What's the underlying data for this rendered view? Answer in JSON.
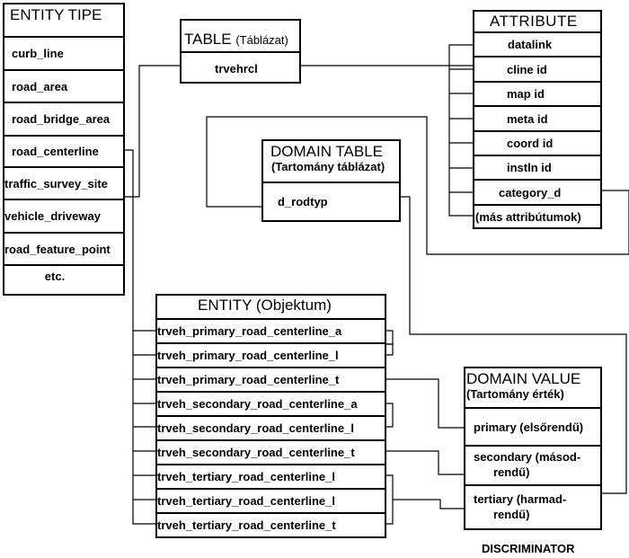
{
  "entity_type": {
    "title": "ENTITY TIPE",
    "items": [
      "curb_line",
      "road_area",
      "road_bridge_area",
      "road_centerline",
      "traffic_survey_site",
      "vehicle_driveway",
      "road_feature_point",
      "etc."
    ]
  },
  "table": {
    "title": "TABLE",
    "title_note": "(Táblázat)",
    "items": [
      "trvehrcl"
    ]
  },
  "attribute": {
    "title": "ATTRIBUTE",
    "items": [
      "datalink",
      "cline id",
      "map id",
      "meta id",
      "coord id",
      "instln id",
      "category_d",
      "(más attribútumok)"
    ]
  },
  "domain_table": {
    "title": "DOMAIN TABLE",
    "title_note": "(Tartomány táblázat)",
    "items": [
      "d_rodtyp"
    ]
  },
  "entity": {
    "title": "ENTITY (Objektum)",
    "items": [
      "trveh_primary_road_centerline_a",
      "trveh_primary_road_centerline_l",
      "trveh_primary_road_centerline_t",
      "trveh_secondary_road_centerline_a",
      "trveh_secondary_road_centerline_l",
      "trveh_secondary_road_centerline_t",
      "trveh_tertiary_road_centerline_l",
      "trveh_tertiary_road_centerline_l",
      "trveh_tertiary_road_centerline_t"
    ]
  },
  "domain_value": {
    "title": "DOMAIN VALUE",
    "title_note": "(Tartomány érték)",
    "items": [
      {
        "line1": "primary (elsőrendű)",
        "line2": ""
      },
      {
        "line1": "secondary (másod-",
        "line2": "rendű)"
      },
      {
        "line1": "tertiary (harmad-",
        "line2": "rendű)"
      }
    ]
  },
  "caption": "DISCRIMINATOR"
}
